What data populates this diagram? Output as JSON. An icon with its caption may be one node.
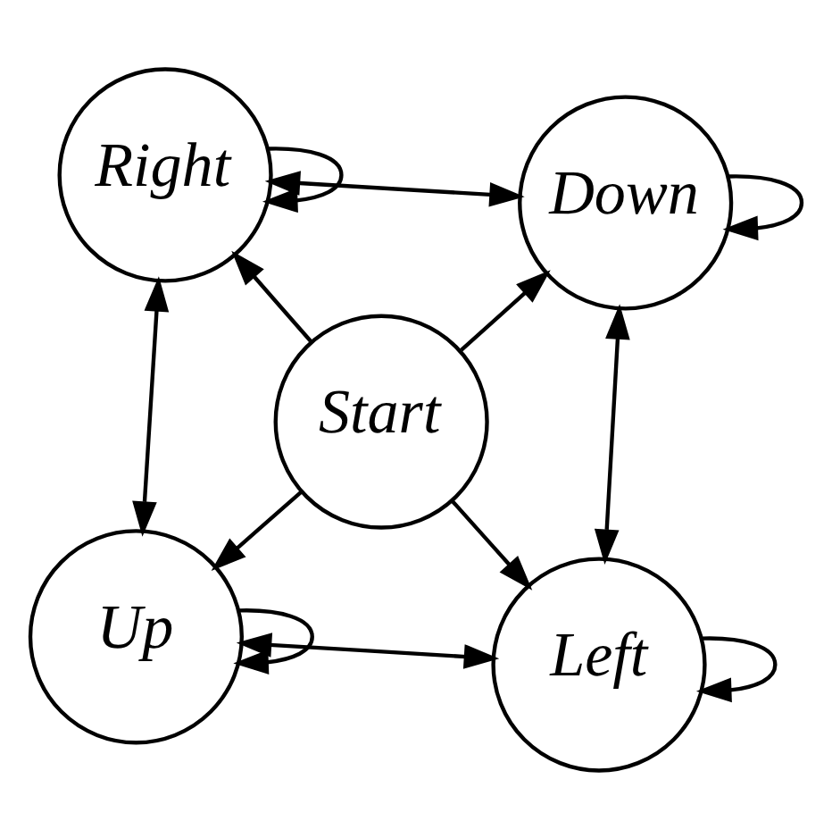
{
  "diagram": {
    "nodes": [
      {
        "text": [
          "Up"
        ]
      },
      {
        "text": [
          "Left"
        ]
      },
      {
        "text": [
          "Start"
        ]
      },
      {
        "text": [
          "Right"
        ]
      },
      {
        "text": [
          "Down"
        ]
      }
    ],
    "edges": [
      {
        "from": 2,
        "to": 0,
        "arrow": "to"
      },
      {
        "from": 2,
        "to": 1,
        "arrow": "to"
      },
      {
        "from": 2,
        "to": 3,
        "arrow": "to"
      },
      {
        "from": 2,
        "to": 4,
        "arrow": "to"
      },
      {
        "from": 0,
        "to": 1,
        "arrow": "both"
      },
      {
        "from": 0,
        "to": 3,
        "arrow": "both"
      },
      {
        "from": 1,
        "to": 4,
        "arrow": "both"
      },
      {
        "from": 3,
        "to": 4,
        "arrow": "both"
      },
      {
        "from": 0,
        "to": 0,
        "arrow": "to"
      },
      {
        "from": 1,
        "to": 1,
        "arrow": "to"
      },
      {
        "from": 3,
        "to": 3,
        "arrow": "to"
      },
      {
        "from": 4,
        "to": 4,
        "arrow": "to"
      }
    ]
  }
}
